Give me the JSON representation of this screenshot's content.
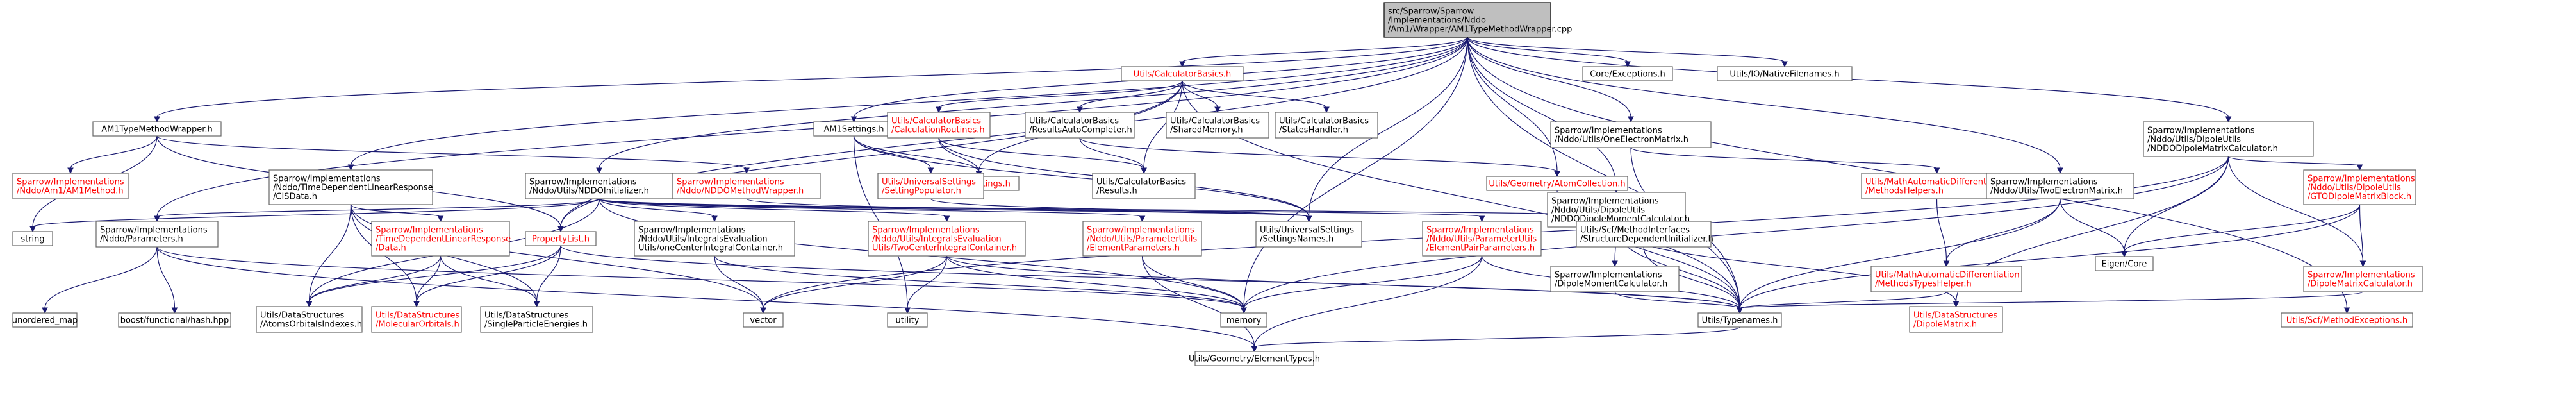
{
  "nodes": [
    {
      "id": "root",
      "lines": [
        "src/Sparrow/Sparrow",
        "/Implementations/Nddo",
        "/Am1/Wrapper/AM1TypeMethodWrapper.cpp"
      ],
      "style": "root"
    },
    {
      "id": "calcbasics",
      "lines": [
        "Utils/CalculatorBasics.h"
      ],
      "style": "red"
    },
    {
      "id": "coreexc",
      "lines": [
        "Core/Exceptions.h"
      ],
      "style": "black"
    },
    {
      "id": "nativefn",
      "lines": [
        "Utils/IO/NativeFilenames.h"
      ],
      "style": "black"
    },
    {
      "id": "am1tmw",
      "lines": [
        "AM1TypeMethodWrapper.h"
      ],
      "style": "black"
    },
    {
      "id": "am1settings",
      "lines": [
        "AM1Settings.h"
      ],
      "style": "black"
    },
    {
      "id": "calcroutines",
      "lines": [
        "Utils/CalculatorBasics",
        "/CalculationRoutines.h"
      ],
      "style": "red"
    },
    {
      "id": "resautocomp",
      "lines": [
        "Utils/CalculatorBasics",
        "/ResultsAutoCompleter.h"
      ],
      "style": "black"
    },
    {
      "id": "sharedmem",
      "lines": [
        "Utils/CalculatorBasics",
        "/SharedMemory.h"
      ],
      "style": "black"
    },
    {
      "id": "stateshandler",
      "lines": [
        "Utils/CalculatorBasics",
        "/StatesHandler.h"
      ],
      "style": "black"
    },
    {
      "id": "oneelec",
      "lines": [
        "Sparrow/Implementations",
        "/Nddo/Utils/OneElectronMatrix.h"
      ],
      "style": "black"
    },
    {
      "id": "nddodipolecalc",
      "lines": [
        "Sparrow/Implementations",
        "/Nddo/Utils/DipoleUtils",
        "/NDDODipoleMatrixCalculator.h"
      ],
      "style": "black"
    },
    {
      "id": "am1method",
      "lines": [
        "Sparrow/Implementations",
        "/Nddo/Am1/AM1Method.h"
      ],
      "style": "red"
    },
    {
      "id": "cisdata",
      "lines": [
        "Sparrow/Implementations",
        "/Nddo/TimeDependentLinearResponse",
        "/CISData.h"
      ],
      "style": "black"
    },
    {
      "id": "nddoinit",
      "lines": [
        "Sparrow/Implementations",
        "/Nddo/Utils/NDDOInitializer.h"
      ],
      "style": "black"
    },
    {
      "id": "nddomw",
      "lines": [
        "Sparrow/Implementations",
        "/Nddo/NDDOMethodWrapper.h"
      ],
      "style": "red"
    },
    {
      "id": "settingsh",
      "lines": [
        "Utils/Settings.h"
      ],
      "style": "red"
    },
    {
      "id": "results",
      "lines": [
        "Utils/CalculatorBasics",
        "/Results.h"
      ],
      "style": "black"
    },
    {
      "id": "geomatomcoll",
      "lines": [
        "Utils/Geometry/AtomCollection.h"
      ],
      "style": "red"
    },
    {
      "id": "settingspop",
      "lines": [
        "Utils/UniversalSettings",
        "/SettingPopulator.h"
      ],
      "style": "red"
    },
    {
      "id": "methodhelpers",
      "lines": [
        "Utils/MathAutomaticDifferentiation",
        "/MethodsHelpers.h"
      ],
      "style": "red"
    },
    {
      "id": "twoelec",
      "lines": [
        "Sparrow/Implementations",
        "/Nddo/Utils/TwoElectronMatrix.h"
      ],
      "style": "black"
    },
    {
      "id": "gtodipole",
      "lines": [
        "Sparrow/Implementations",
        "/Nddo/Utils/DipoleUtils",
        "/GTODipoleMatrixBlock.h"
      ],
      "style": "red"
    },
    {
      "id": "nddodipolemoment",
      "lines": [
        "Sparrow/Implementations",
        "/Nddo/Utils/DipoleUtils",
        "/NDDODipoleMomentCalculator.h"
      ],
      "style": "black"
    },
    {
      "id": "string",
      "lines": [
        "string"
      ],
      "style": "gray"
    },
    {
      "id": "nddoparams",
      "lines": [
        "Sparrow/Implementations",
        "/Nddo/Parameters.h"
      ],
      "style": "black"
    },
    {
      "id": "tdlrdata",
      "lines": [
        "Sparrow/Implementations",
        "/TimeDependentLinearResponse",
        "/Data.h"
      ],
      "style": "red"
    },
    {
      "id": "proplist",
      "lines": [
        "PropertyList.h"
      ],
      "style": "red"
    },
    {
      "id": "onecenter",
      "lines": [
        "Sparrow/Implementations",
        "/Nddo/Utils/IntegralsEvaluation",
        "Utils/oneCenterIntegralContainer.h"
      ],
      "style": "black"
    },
    {
      "id": "twocenter",
      "lines": [
        "Sparrow/Implementations",
        "/Nddo/Utils/IntegralsEvaluation",
        "Utils/TwoCenterIntegralContainer.h"
      ],
      "style": "red"
    },
    {
      "id": "elemparams",
      "lines": [
        "Sparrow/Implementations",
        "/Nddo/Utils/ParameterUtils",
        "/ElementParameters.h"
      ],
      "style": "red"
    },
    {
      "id": "univsettingsnames",
      "lines": [
        "Utils/UniversalSettings",
        "/SettingsNames.h"
      ],
      "style": "black"
    },
    {
      "id": "elempairparams",
      "lines": [
        "Sparrow/Implementations",
        "/Nddo/Utils/ParameterUtils",
        "/ElementPairParameters.h"
      ],
      "style": "red"
    },
    {
      "id": "structdepinit",
      "lines": [
        "Utils/Scf/MethodInterfaces",
        "/StructureDependentInitializer.h"
      ],
      "style": "black"
    },
    {
      "id": "dipolemomentcalc",
      "lines": [
        "Sparrow/Implementations",
        "/DipoleMomentCalculator.h"
      ],
      "style": "black"
    },
    {
      "id": "methodstypeshelper",
      "lines": [
        "Utils/MathAutomaticDifferentiation",
        "/MethodsTypesHelper.h"
      ],
      "style": "red"
    },
    {
      "id": "eigencore",
      "lines": [
        "Eigen/Core"
      ],
      "style": "black"
    },
    {
      "id": "dipolematrixcalc",
      "lines": [
        "Sparrow/Implementations",
        "/DipoleMatrixCalculator.h"
      ],
      "style": "red"
    },
    {
      "id": "unorderedmap",
      "lines": [
        "unordered_map"
      ],
      "style": "gray"
    },
    {
      "id": "hashhpp",
      "lines": [
        "boost/functional/hash.hpp"
      ],
      "style": "gray"
    },
    {
      "id": "atomsorbitals",
      "lines": [
        "Utils/DataStructures",
        "/AtomsOrbitalsIndexes.h"
      ],
      "style": "black"
    },
    {
      "id": "molorbitals",
      "lines": [
        "Utils/DataStructures",
        "/MolecularOrbitals.h"
      ],
      "style": "red"
    },
    {
      "id": "singleparticle",
      "lines": [
        "Utils/DataStructures",
        "/SingleParticleEnergies.h"
      ],
      "style": "black"
    },
    {
      "id": "vector",
      "lines": [
        "vector"
      ],
      "style": "gray"
    },
    {
      "id": "utility",
      "lines": [
        "utility"
      ],
      "style": "gray"
    },
    {
      "id": "memory",
      "lines": [
        "memory"
      ],
      "style": "gray"
    },
    {
      "id": "typenames",
      "lines": [
        "Utils/Typenames.h"
      ],
      "style": "black"
    },
    {
      "id": "dipolematrix",
      "lines": [
        "Utils/DataStructures",
        "/DipoleMatrix.h"
      ],
      "style": "red"
    },
    {
      "id": "scfexceptions",
      "lines": [
        "Utils/Scf/MethodExceptions.h"
      ],
      "style": "red"
    },
    {
      "id": "elementtypes",
      "lines": [
        "Utils/Geometry/ElementTypes.h"
      ],
      "style": "black"
    }
  ],
  "edges": [
    [
      "root",
      "calcbasics"
    ],
    [
      "root",
      "coreexc"
    ],
    [
      "root",
      "nativefn"
    ],
    [
      "root",
      "am1tmw"
    ],
    [
      "root",
      "am1settings"
    ],
    [
      "root",
      "oneelec"
    ],
    [
      "root",
      "nddodipolecalc"
    ],
    [
      "root",
      "cisdata"
    ],
    [
      "root",
      "nddoinit"
    ],
    [
      "root",
      "geomatomcoll"
    ],
    [
      "root",
      "univsettingsnames"
    ],
    [
      "root",
      "memory"
    ],
    [
      "root",
      "nddodipolemoment"
    ],
    [
      "root",
      "nddoparams"
    ],
    [
      "root",
      "twoelec"
    ],
    [
      "root",
      "scfexceptions"
    ],
    [
      "root",
      "proplist"
    ],
    [
      "root",
      "typenames"
    ],
    [
      "calcbasics",
      "calcroutines"
    ],
    [
      "calcbasics",
      "resautocomp"
    ],
    [
      "calcbasics",
      "sharedmem"
    ],
    [
      "calcbasics",
      "stateshandler"
    ],
    [
      "calcbasics",
      "results"
    ],
    [
      "calcbasics",
      "settingsh"
    ],
    [
      "calcbasics",
      "proplist"
    ],
    [
      "calcbasics",
      "typenames"
    ],
    [
      "am1tmw",
      "am1method"
    ],
    [
      "am1tmw",
      "nddomw"
    ],
    [
      "am1tmw",
      "string"
    ],
    [
      "am1tmw",
      "proplist"
    ],
    [
      "am1settings",
      "settingspop"
    ],
    [
      "am1settings",
      "settingsh"
    ],
    [
      "am1settings",
      "utility"
    ],
    [
      "am1settings",
      "univsettingsnames"
    ],
    [
      "calcroutines",
      "results"
    ],
    [
      "calcroutines",
      "settingsh"
    ],
    [
      "calcroutines",
      "univsettingsnames"
    ],
    [
      "resautocomp",
      "results"
    ],
    [
      "resautocomp",
      "geomatomcoll"
    ],
    [
      "settingspop",
      "univsettingsnames"
    ],
    [
      "oneelec",
      "methodhelpers"
    ],
    [
      "oneelec",
      "typenames"
    ],
    [
      "nddodipolecalc",
      "gtodipole"
    ],
    [
      "nddodipolecalc",
      "dipolematrixcalc"
    ],
    [
      "nddodipolecalc",
      "eigencore"
    ],
    [
      "nddodipolecalc",
      "memory"
    ],
    [
      "nddodipolecalc",
      "vector"
    ],
    [
      "nddodipolecalc",
      "dipolematrix"
    ],
    [
      "cisdata",
      "tdlrdata"
    ],
    [
      "cisdata",
      "atomsorbitals"
    ],
    [
      "cisdata",
      "molorbitals"
    ],
    [
      "cisdata",
      "singleparticle"
    ],
    [
      "cisdata",
      "vector"
    ],
    [
      "nddoinit",
      "nddoparams"
    ],
    [
      "nddoinit",
      "onecenter"
    ],
    [
      "nddoinit",
      "twocenter"
    ],
    [
      "nddoinit",
      "elemparams"
    ],
    [
      "nddoinit",
      "elempairparams"
    ],
    [
      "nddoinit",
      "structdepinit"
    ],
    [
      "nddoinit",
      "atomsorbitals"
    ],
    [
      "nddoinit",
      "univsettingsnames"
    ],
    [
      "nddoinit",
      "memory"
    ],
    [
      "nddoinit",
      "string"
    ],
    [
      "nddomw",
      "univsettingsnames"
    ],
    [
      "tdlrdata",
      "atomsorbitals"
    ],
    [
      "tdlrdata",
      "molorbitals"
    ],
    [
      "tdlrdata",
      "singleparticle"
    ],
    [
      "proplist",
      "atomsorbitals"
    ],
    [
      "proplist",
      "molorbitals"
    ],
    [
      "proplist",
      "singleparticle"
    ],
    [
      "proplist",
      "typenames"
    ],
    [
      "onecenter",
      "vector"
    ],
    [
      "onecenter",
      "memory"
    ],
    [
      "twocenter",
      "vector"
    ],
    [
      "twocenter",
      "utility"
    ],
    [
      "twocenter",
      "memory"
    ],
    [
      "twocenter",
      "typenames"
    ],
    [
      "elemparams",
      "memory"
    ],
    [
      "elemparams",
      "elementtypes"
    ],
    [
      "elempairparams",
      "memory"
    ],
    [
      "elempairparams",
      "elementtypes"
    ],
    [
      "elempairparams",
      "typenames"
    ],
    [
      "structdepinit",
      "typenames"
    ],
    [
      "nddodipolemoment",
      "dipolemomentcalc"
    ],
    [
      "nddodipolemoment",
      "dipolematrix"
    ],
    [
      "nddodipolemoment",
      "typenames"
    ],
    [
      "dipolemomentcalc",
      "typenames"
    ],
    [
      "methodhelpers",
      "methodstypeshelper"
    ],
    [
      "twoelec",
      "methodstypeshelper"
    ],
    [
      "twoelec",
      "eigencore"
    ],
    [
      "twoelec",
      "typenames"
    ],
    [
      "methodstypeshelper",
      "typenames"
    ],
    [
      "gtodipole",
      "eigencore"
    ],
    [
      "gtodipole",
      "dipolematrixcalc"
    ],
    [
      "gtodipole",
      "typenames"
    ],
    [
      "dipolematrixcalc",
      "typenames"
    ],
    [
      "geomatomcoll",
      "typenames"
    ],
    [
      "nddoparams",
      "unorderedmap"
    ],
    [
      "nddoparams",
      "hashhpp"
    ],
    [
      "nddoparams",
      "elementtypes"
    ],
    [
      "nddoparams",
      "memory"
    ],
    [
      "typenames",
      "elementtypes"
    ]
  ]
}
